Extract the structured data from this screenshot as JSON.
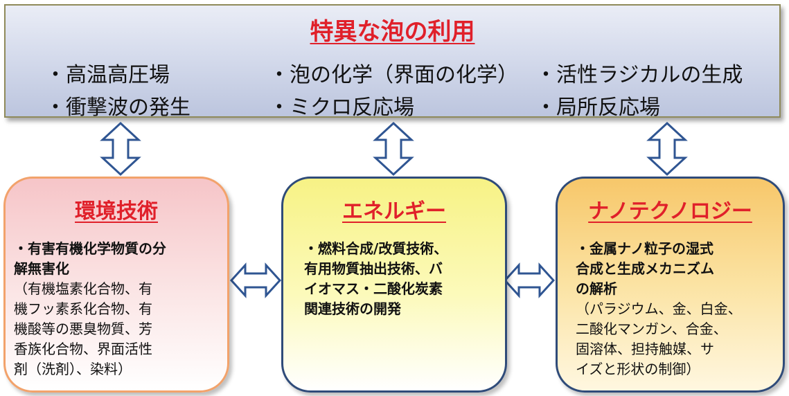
{
  "top": {
    "title": "特異な泡の利用",
    "items": [
      "・高温高圧場",
      "・泡の化学（界面の化学）",
      "・活性ラジカルの生成",
      "・衝撃波の発生",
      "・ミクロ反応場",
      "・局所反応場"
    ]
  },
  "boxes": {
    "env": {
      "title": "環境技術",
      "lines": [
        "・有害有機化学物質の分",
        "解無害化",
        "（有機塩素化合物、有",
        "機フッ素系化合物、有",
        "機酸等の悪臭物質、芳",
        "香族化合物、界面活性",
        "剤（洗剤）、染料）"
      ]
    },
    "energy": {
      "title": "エネルギー",
      "lines": [
        "・燃料合成/改質技術、",
        "有用物質抽出技術、バ",
        "イオマス・二酸化炭素",
        "関連技術の開発"
      ]
    },
    "nano": {
      "title": "ナノテクノロジー",
      "lines": [
        "・金属ナノ粒子の湿式",
        "合成と生成メカニズム",
        "の解析",
        "（パラジウム、金、白金、",
        "二酸化マンガン、合金、",
        "固溶体、担持触媒、サ",
        "イズと形状の制御）"
      ]
    }
  },
  "colors": {
    "title_red": "#e0202a",
    "arrow_stroke": "#2f5592",
    "env_border": "#f2a26b",
    "box_border": "#2f4b79"
  }
}
